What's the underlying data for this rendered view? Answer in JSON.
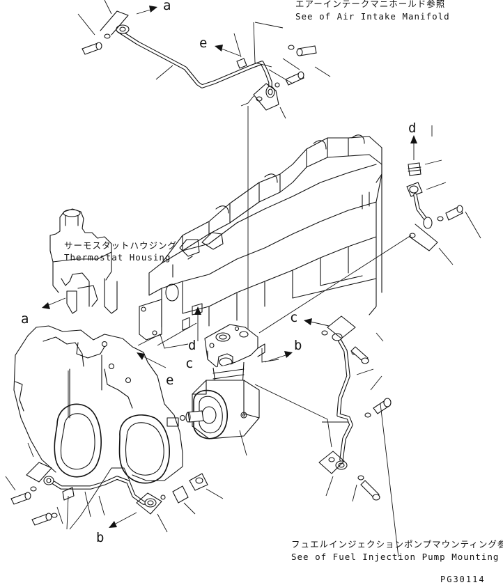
{
  "callouts": {
    "a_top": "a",
    "a_left": "a",
    "b_right": "b",
    "b_bottom": "b",
    "c_center": "c",
    "c_right": "c",
    "d_center": "d",
    "d_right": "d",
    "e_top": "e",
    "e_left": "e"
  },
  "notes": {
    "air_intake_jp": "エアーインテークマニホールド参照",
    "air_intake_en": "See of Air Intake Manifold",
    "thermostat_jp": "サーモスタットハウジング",
    "thermostat_en": "Thermostat Housing",
    "fuel_pump_jp": "フュエルインジェクションポンプマウンティング参照",
    "fuel_pump_en": "See of Fuel Injection Pump Mounting"
  },
  "drawing_code": "PG30114"
}
